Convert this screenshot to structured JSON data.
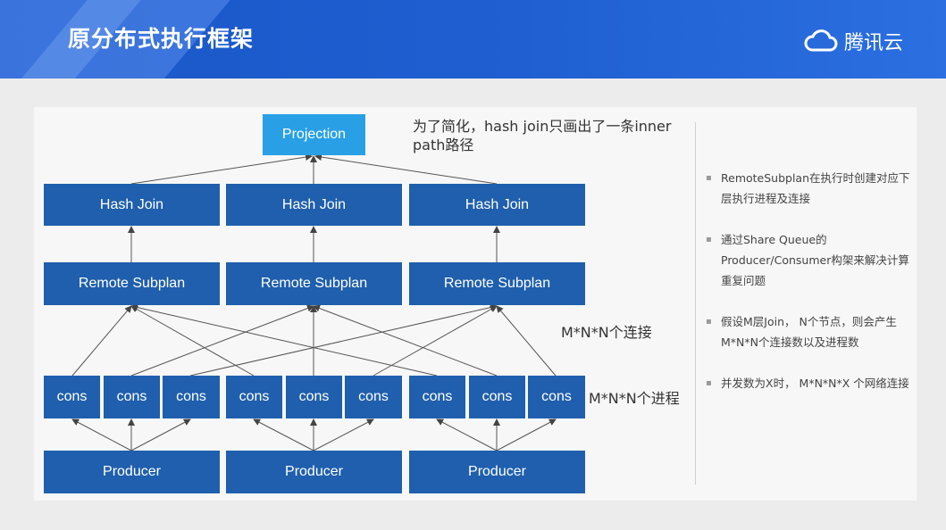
{
  "header": {
    "title": "原分布式执行框架",
    "logo_text": "腾讯云"
  },
  "diagram": {
    "projection": "Projection",
    "hash_join": [
      "Hash Join",
      "Hash Join",
      "Hash Join"
    ],
    "remote_subplan": [
      "Remote Subplan",
      "Remote Subplan",
      "Remote Subplan"
    ],
    "cons": [
      "cons",
      "cons",
      "cons",
      "cons",
      "cons",
      "cons",
      "cons",
      "cons",
      "cons"
    ],
    "producer": [
      "Producer",
      "Producer",
      "Producer"
    ],
    "note_top": "为了简化，hash join只画出了一条inner path路径",
    "label_connections": "M*N*N个连接",
    "label_processes": "M*N*N个进程"
  },
  "bullets": [
    "RemoteSubplan在执行时创建对应下层执行进程及连接",
    "通过Share Queue的Producer/Consumer构架来解决计算重复问题",
    "假设M层Join， N个节点，则会产生M*N*N个连接数以及进程数",
    "并发数为X时， M*N*N*X 个网络连接"
  ],
  "colors": {
    "header": "#1f5fd1",
    "box": "#1f5fad",
    "projection": "#29a0e6"
  }
}
